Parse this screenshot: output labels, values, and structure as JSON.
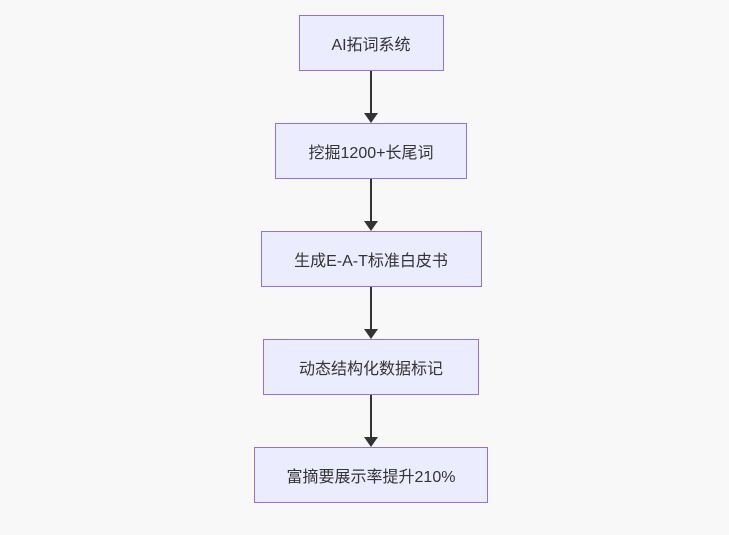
{
  "diagram": {
    "type": "flowchart",
    "direction": "top-down",
    "nodes": [
      {
        "label": "AI拓词系统"
      },
      {
        "label": "挖掘1200+长尾词"
      },
      {
        "label": "生成E-A-T标准白皮书"
      },
      {
        "label": "动态结构化数据标记"
      },
      {
        "label": "富摘要展示率提升210%"
      }
    ],
    "edges": [
      {
        "from": "AI拓词系统",
        "to": "挖掘1200+长尾词",
        "style": "arrow-down"
      },
      {
        "from": "挖掘1200+长尾词",
        "to": "生成E-A-T标准白皮书",
        "style": "arrow-down"
      },
      {
        "from": "生成E-A-T标准白皮书",
        "to": "动态结构化数据标记",
        "style": "arrow-down"
      },
      {
        "from": "动态结构化数据标记",
        "to": "富摘要展示率提升210%",
        "style": "arrow-down"
      }
    ],
    "colors": {
      "background": "#f8f8f8",
      "node_fill": "#ECECFF",
      "node_border": "#9370DB",
      "arrow": "#333333",
      "text": "#333333"
    }
  }
}
